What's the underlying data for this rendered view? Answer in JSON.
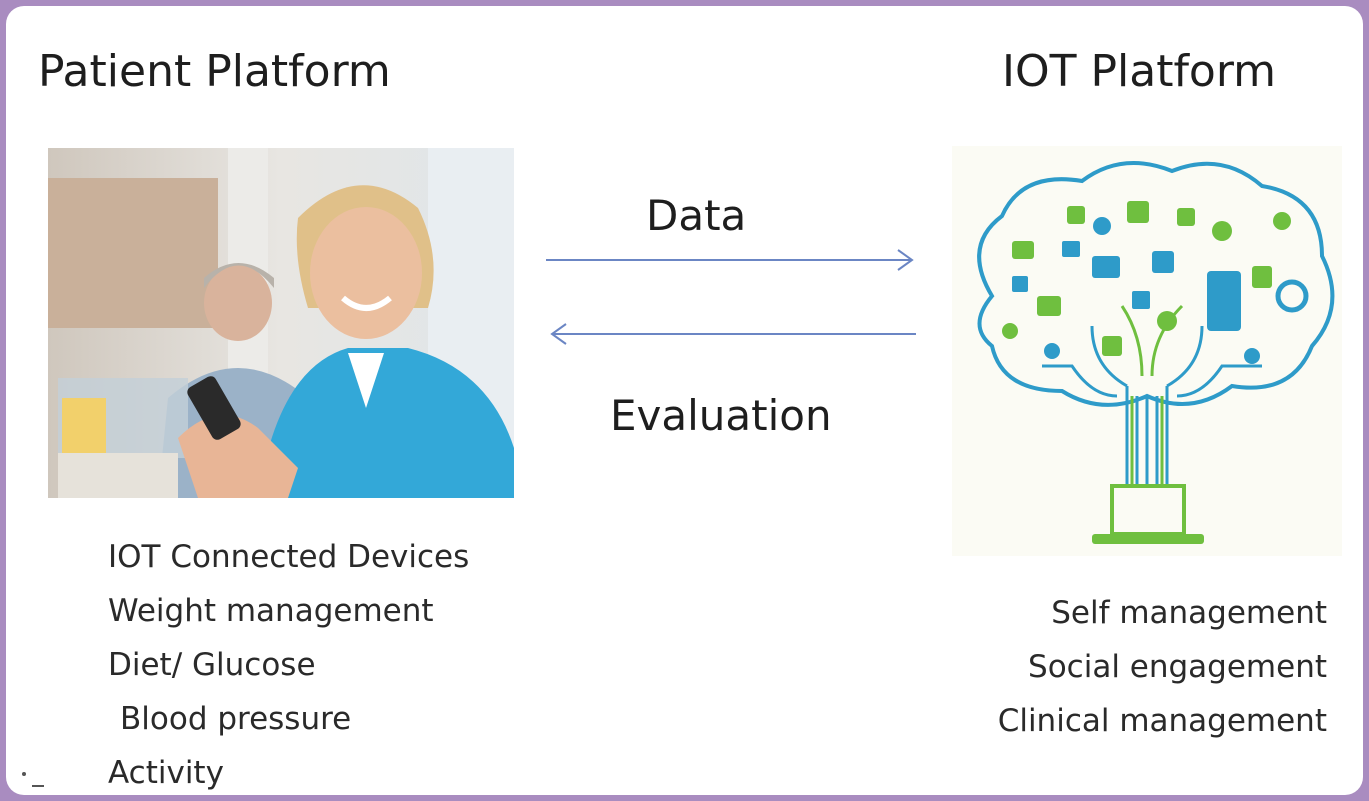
{
  "patient": {
    "title": "Patient Platform",
    "items": [
      "IOT Connected Devices",
      "Weight management",
      "Diet/ Glucose",
      "Blood pressure",
      "Activity"
    ]
  },
  "flow": {
    "forward_label": "Data",
    "backward_label": "Evaluation",
    "arrow_color": "#6b86c4"
  },
  "iot": {
    "title": "IOT Platform",
    "items": [
      "Self management",
      "Social engagement",
      "Clinical management"
    ]
  },
  "colors": {
    "frame": "#a98cc0",
    "tree_blue": "#2e9bc9",
    "tree_green": "#6fbf3f"
  },
  "icons": [
    "elderly-patients-photo",
    "iot-circuit-tree-icon"
  ]
}
